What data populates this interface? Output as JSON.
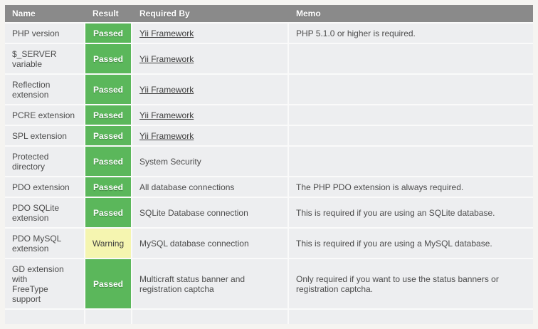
{
  "colors": {
    "page_background": "#f5f4f1",
    "header_background": "#8a8a8a",
    "header_text": "#ffffff",
    "row_background": "#edeef0",
    "separator": "#fafafa",
    "pass_background": "#5bb75b",
    "pass_text": "#ffffff",
    "warning_background": "#f5f5b0",
    "warning_text": "#3f3f3f",
    "body_text": "#4d4d4d",
    "link_text": "#3d3d3d"
  },
  "table": {
    "columns": [
      {
        "label": "Name"
      },
      {
        "label": "Result"
      },
      {
        "label": "Required By"
      },
      {
        "label": "Memo"
      }
    ],
    "rows": [
      {
        "name": "PHP version",
        "result": "Passed",
        "status": "pass",
        "required_by": "Yii Framework",
        "required_by_is_link": true,
        "memo": "PHP 5.1.0 or higher is required."
      },
      {
        "name": "$_SERVER\nvariable",
        "result": "Passed",
        "status": "pass",
        "required_by": "Yii Framework",
        "required_by_is_link": true,
        "memo": ""
      },
      {
        "name": "Reflection\nextension",
        "result": "Passed",
        "status": "pass",
        "required_by": "Yii Framework",
        "required_by_is_link": true,
        "memo": ""
      },
      {
        "name": "PCRE extension",
        "result": "Passed",
        "status": "pass",
        "required_by": "Yii Framework",
        "required_by_is_link": true,
        "memo": ""
      },
      {
        "name": "SPL extension",
        "result": "Passed",
        "status": "pass",
        "required_by": "Yii Framework",
        "required_by_is_link": true,
        "memo": ""
      },
      {
        "name": "Protected\ndirectory",
        "result": "Passed",
        "status": "pass",
        "required_by": "System Security",
        "required_by_is_link": false,
        "memo": ""
      },
      {
        "name": "PDO extension",
        "result": "Passed",
        "status": "pass",
        "required_by": "All database connections",
        "required_by_is_link": false,
        "memo": "The PHP PDO extension is always required."
      },
      {
        "name": "PDO SQLite\nextension",
        "result": "Passed",
        "status": "pass",
        "required_by": "SQLite Database connection",
        "required_by_is_link": false,
        "memo": "This is required if you are using an SQLite database."
      },
      {
        "name": "PDO MySQL\nextension",
        "result": "Warning",
        "status": "warning",
        "required_by": "MySQL database connection",
        "required_by_is_link": false,
        "memo": "This is required if you are using a MySQL database."
      },
      {
        "name": "GD extension\nwith\nFreeType\nsupport",
        "result": "Passed",
        "status": "pass",
        "required_by": "Multicraft status banner and registration captcha",
        "required_by_is_link": false,
        "memo": "Only required if you want to use the status banners or registration captcha."
      }
    ]
  }
}
